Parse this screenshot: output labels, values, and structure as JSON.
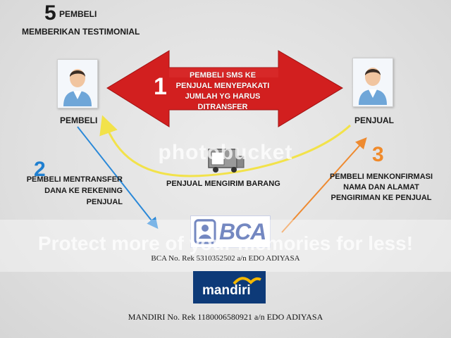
{
  "step5": {
    "number": "5",
    "line1": "PEMBELI",
    "line2": "MEMBERIKAN TESTIMONIAL"
  },
  "step1": {
    "number": "1",
    "text": "PEMBELI SMS KE PENJUAL MENYEPAKATI JUMLAH YG HARUS DITRANSFER"
  },
  "step2": {
    "number": "2",
    "text": "PEMBELI MENTRANSFER DANA KE REKENING PENJUAL"
  },
  "step3": {
    "number": "3",
    "text": "PEMBELI MENKONFIRMASI NAMA DAN ALAMAT PENGIRIMAN KE PENJUAL"
  },
  "step4": {
    "text": "PENJUAL MENGIRIM BARANG"
  },
  "buyer": {
    "label": "PEMBELI"
  },
  "seller": {
    "label": "PENJUAL"
  },
  "bca": {
    "logo_text": "BCA",
    "account": "BCA No. Rek 5310352502 a/n EDO ADIYASA"
  },
  "mandiri": {
    "logo_text": "mandiri",
    "account": "MANDIRI No. Rek 1180006580921 a/n EDO ADIYASA"
  },
  "watermark": {
    "brand": "photobucket",
    "tagline": "Protect more of your memories for less!"
  },
  "colors": {
    "arrow_red": "#d21f1f",
    "step_blue": "#1f7fd0",
    "step_orange": "#f08a2a",
    "yellow_arrow": "#f2e24a",
    "bca_blue": "#1f3f9c",
    "mandiri_blue": "#0d3a78",
    "mandiri_gold": "#f5b800"
  }
}
